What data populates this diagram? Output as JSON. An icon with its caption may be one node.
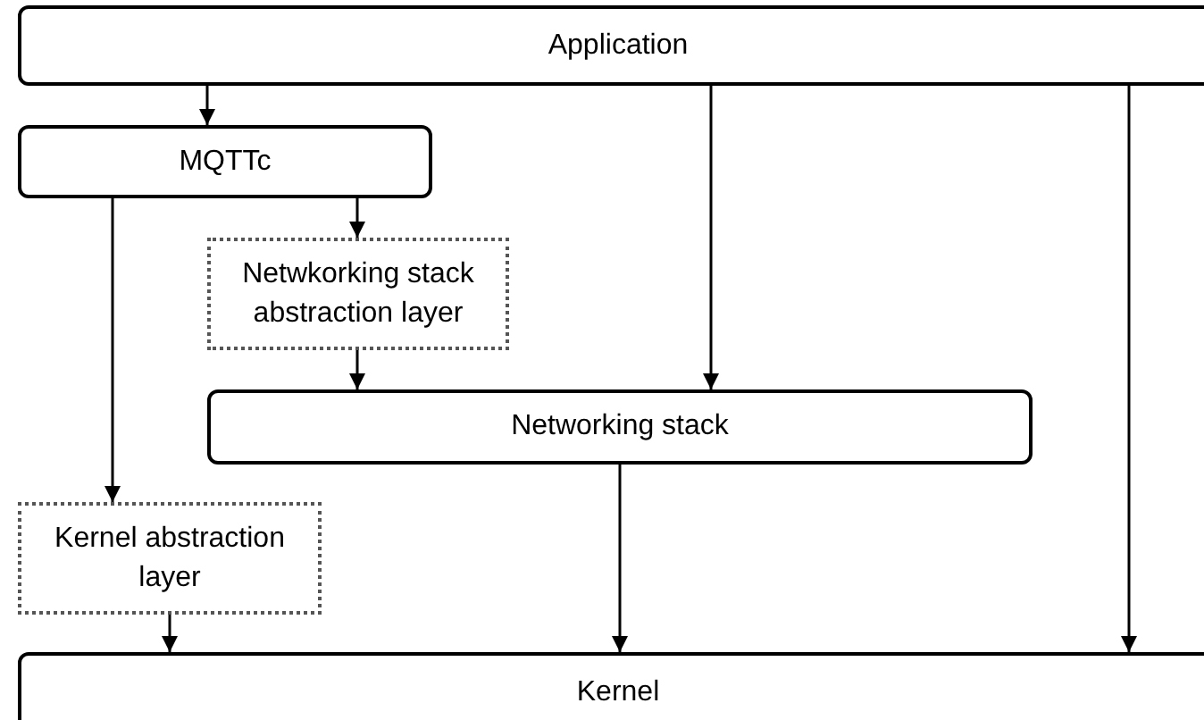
{
  "diagram": {
    "nodes": [
      {
        "text": [
          "Application"
        ]
      },
      {
        "text": [
          "MQTTc"
        ]
      },
      {
        "text": [
          "Netwkorking stack abstraction layer"
        ]
      },
      {
        "text": [
          "Networking stack"
        ]
      },
      {
        "text": [
          "Kernel abstraction layer"
        ]
      },
      {
        "text": [
          "Kernel"
        ]
      }
    ],
    "edges": [
      {
        "from": 0,
        "to": 1,
        "arrow": "to"
      },
      {
        "from": 0,
        "to": 3,
        "arrow": "to"
      },
      {
        "from": 0,
        "to": 5,
        "arrow": "to"
      },
      {
        "from": 1,
        "to": 2,
        "arrow": "to"
      },
      {
        "from": 1,
        "to": 4,
        "arrow": "to"
      },
      {
        "from": 2,
        "to": 3,
        "arrow": "to"
      },
      {
        "from": 4,
        "to": 5,
        "arrow": "to"
      },
      {
        "from": 3,
        "to": 5,
        "arrow": "to"
      }
    ]
  }
}
